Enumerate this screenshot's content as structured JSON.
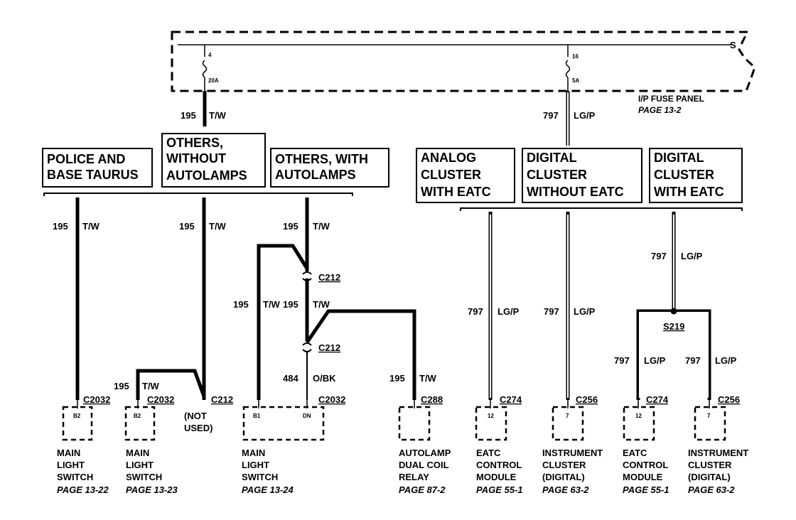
{
  "fuse_panel": {
    "label": "I/P FUSE PANEL",
    "page": "PAGE  13-2",
    "s": "S",
    "fuse_left": {
      "num": "4",
      "amp": "20A"
    },
    "fuse_right": {
      "num": "16",
      "amp": "5A"
    }
  },
  "wires": {
    "tw": {
      "num": "195",
      "color": "T/W"
    },
    "lgp": {
      "num": "797",
      "color": "LG/P"
    },
    "obk": {
      "num": "484",
      "color": "O/BK"
    }
  },
  "boxes": {
    "police": [
      "POLICE AND",
      "BASE TAURUS"
    ],
    "others_without": [
      "OTHERS,",
      "WITHOUT",
      "AUTOLAMPS"
    ],
    "others_with": [
      "OTHERS, WITH",
      "AUTOLAMPS"
    ],
    "analog": [
      "ANALOG",
      "CLUSTER",
      "WITH EATC"
    ],
    "digital_without": [
      "DIGITAL",
      "CLUSTER",
      "WITHOUT EATC"
    ],
    "digital_with": [
      "DIGITAL",
      "CLUSTER",
      "WITH EATC"
    ]
  },
  "connectors": {
    "c212": "C212",
    "s219": "S219"
  },
  "components": [
    {
      "conn": "C2032",
      "pin": "B2",
      "lines": [
        "MAIN",
        "LIGHT",
        "SWITCH"
      ],
      "page": "PAGE  13-22"
    },
    {
      "conn": "C2032",
      "pin": "B2",
      "lines": [
        "MAIN",
        "LIGHT",
        "SWITCH"
      ],
      "page": "PAGE  13-23"
    },
    {
      "conn": "C212",
      "pin": "",
      "lines": [
        "(NOT",
        "USED)"
      ],
      "page": ""
    },
    {
      "conn": "C2032",
      "pin": "B1",
      "pin2": "DN",
      "lines": [
        "MAIN",
        "LIGHT",
        "SWITCH"
      ],
      "page": "PAGE  13-24"
    },
    {
      "conn": "C288",
      "pin": "",
      "lines": [
        "AUTOLAMP",
        "DUAL COIL",
        "RELAY"
      ],
      "page": "PAGE  87-2"
    },
    {
      "conn": "C274",
      "pin": "12",
      "lines": [
        "EATC",
        "CONTROL",
        "MODULE"
      ],
      "page": "PAGE  55-1"
    },
    {
      "conn": "C256",
      "pin": "7",
      "lines": [
        "INSTRUMENT",
        "CLUSTER",
        "(DIGITAL)"
      ],
      "page": "PAGE  63-2"
    },
    {
      "conn": "C274",
      "pin": "12",
      "lines": [
        "EATC",
        "CONTROL",
        "MODULE"
      ],
      "page": "PAGE  55-1"
    },
    {
      "conn": "C256",
      "pin": "7",
      "lines": [
        "INSTRUMENT",
        "CLUSTER",
        "(DIGITAL)"
      ],
      "page": "PAGE  63-2"
    }
  ]
}
